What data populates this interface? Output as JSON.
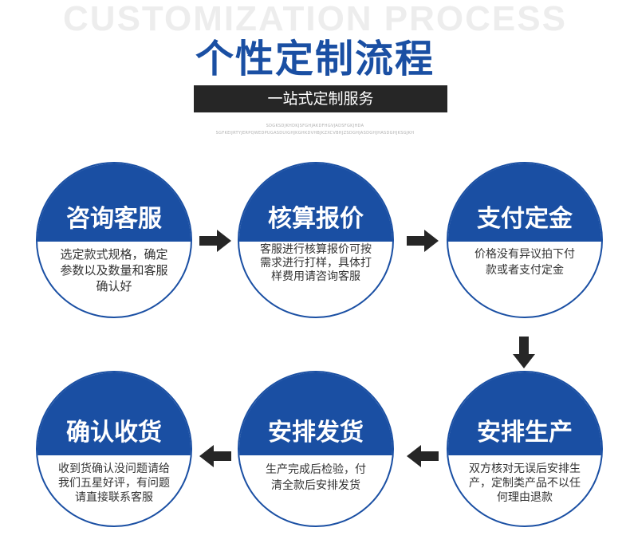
{
  "header": {
    "bg_text": "CUSTOMIZATION PROCESS",
    "title": "个性定制流程",
    "subtitle": "一站式定制服务",
    "small_line1": "SDGKSDJKHDKJSFGHJAKDFHGVJADSFGKJHDA",
    "small_line2": "SGFKEIJRTYJERPQWEDPUGASDUIGHJKGHKDVHBJKZXCVBHJZSDGHJASDGHJHASDGHJKSGJKH"
  },
  "steps": [
    {
      "title": "咨询客服",
      "desc": "选定款式规格，确定参数以及数量和客服确认好"
    },
    {
      "title": "核算报价",
      "desc": "客服进行核算报价可按需求进行打样，具体打样费用请咨询客服"
    },
    {
      "title": "支付定金",
      "desc": "价格没有异议拍下付款或者支付定金"
    },
    {
      "title": "安排生产",
      "desc": "双方核对无误后安排生产，定制类产品不以任何理由退款"
    },
    {
      "title": "安排发货",
      "desc": "生产完成后检验，付清全款后安排发货"
    },
    {
      "title": "确认收货",
      "desc": "收到货确认没问题请给我们五星好评，有问题请直接联系客服"
    }
  ],
  "colors": {
    "blue": "#1a4fa3",
    "dark": "#262626"
  }
}
